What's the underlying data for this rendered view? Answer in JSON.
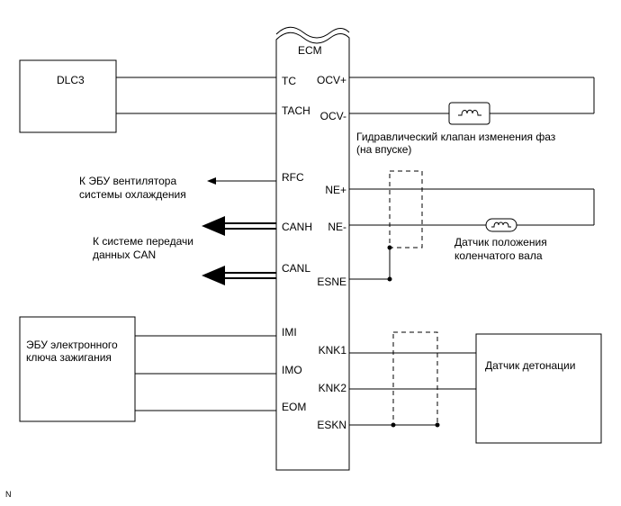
{
  "ecm": {
    "label": "ECM",
    "left_pins": [
      "TC",
      "TACH",
      "RFC",
      "CANH",
      "CANL",
      "IMI",
      "IMO",
      "EOM"
    ],
    "right_pins": [
      "OCV+",
      "OCV-",
      "NE+",
      "NE-",
      "ESNE",
      "KNK1",
      "KNK2",
      "ESKN"
    ]
  },
  "components": {
    "dlc3": "DLC3",
    "immobiliser_line1": "ЭБУ электронного",
    "immobiliser_line2": "ключа зажигания",
    "knock_sensor": "Датчик детонации"
  },
  "labels": {
    "ocv_line1": "Гидравлический клапан изменения фаз",
    "ocv_line2": "(на впуске)",
    "crank_line1": "Датчик положения",
    "crank_line2": "коленчатого вала",
    "fan_line1": "К ЭБУ вентилятора",
    "fan_line2": "системы охлаждения",
    "can_line1": "К системе передачи",
    "can_line2": "данных CAN",
    "corner_mark": "N"
  },
  "icons": {
    "ocv_valve": "solenoid-coil-icon",
    "crank_sensor": "coil-sensor-icon",
    "can_arrows": "double-line-arrow-icon",
    "fan_arrow": "arrow-left-icon"
  }
}
